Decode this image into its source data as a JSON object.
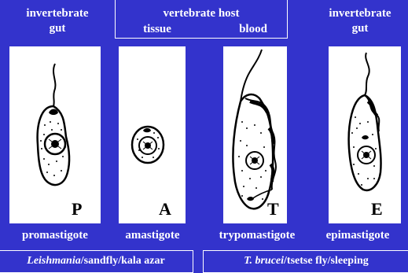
{
  "headers": {
    "left_line1": "invertebrate",
    "left_line2": "gut",
    "host_title": "vertebrate host",
    "host_tissue": "tissue",
    "host_blood": "blood",
    "right_line1": "invertebrate",
    "right_line2": "gut"
  },
  "panels": [
    {
      "letter": "P",
      "caption": "promastigote"
    },
    {
      "letter": "A",
      "caption": "amastigote"
    },
    {
      "letter": "T",
      "caption": "trypomastigote"
    },
    {
      "letter": "E",
      "caption": "epimastigote"
    }
  ],
  "footer": {
    "left_italic": "Leishmania",
    "left_rest": "/sandfly/kala azar",
    "right_italic": "T. brucei",
    "right_rest": "/tsetse fly/sleeping"
  },
  "colors": {
    "background": "#3333cc",
    "text": "#ffffff",
    "panel": "#ffffff",
    "ink": "#000000",
    "accent": "#ffff33"
  }
}
